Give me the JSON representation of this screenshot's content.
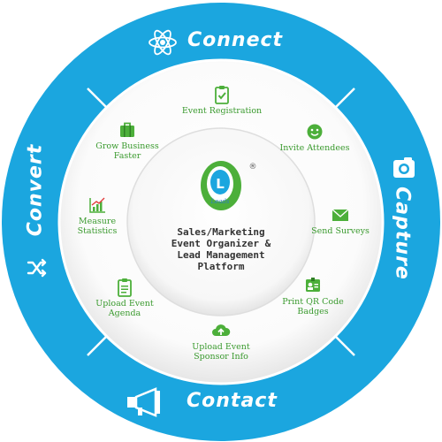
{
  "colors": {
    "ring": "#1ba6df",
    "divider": "#ffffff",
    "text_green": "#3a9a2e",
    "icon_green": "#4caf3a",
    "platform_text": "#333333"
  },
  "phases": {
    "top": {
      "label": "Connect",
      "icon": "atom-icon"
    },
    "right": {
      "label": "Capture",
      "icon": "camera-icon"
    },
    "bottom": {
      "label": "Contact",
      "icon": "megaphone-icon"
    },
    "left": {
      "label": "Convert",
      "icon": "shuffle-icon"
    }
  },
  "logo": {
    "mark": "L",
    "text": "Leads",
    "registered": "®"
  },
  "platform": {
    "line1": "Sales/Marketing",
    "line2": "Event Organizer &",
    "line3": "Lead Management",
    "line4": "Platform"
  },
  "features": [
    {
      "id": "event-registration",
      "label1": "Event Registration",
      "label2": "",
      "icon": "clipboard-check-icon"
    },
    {
      "id": "invite-attendees",
      "label1": "Invite Attendees",
      "label2": "",
      "icon": "smiley-icon"
    },
    {
      "id": "send-surveys",
      "label1": "Send Surveys",
      "label2": "",
      "icon": "envelope-icon"
    },
    {
      "id": "print-qr-code-badges",
      "label1": "Print QR Code",
      "label2": "Badges",
      "icon": "badge-icon"
    },
    {
      "id": "upload-event-sponsor-info",
      "label1": "Upload Event",
      "label2": "Sponsor Info",
      "icon": "cloud-upload-icon"
    },
    {
      "id": "upload-event-agenda",
      "label1": "Upload Event",
      "label2": "Agenda",
      "icon": "clipboard-list-icon"
    },
    {
      "id": "measure-statistics",
      "label1": "Measure",
      "label2": "Statistics",
      "icon": "chart-icon"
    },
    {
      "id": "grow-business-faster",
      "label1": "Grow Business",
      "label2": "Faster",
      "icon": "briefcase-icon"
    }
  ]
}
